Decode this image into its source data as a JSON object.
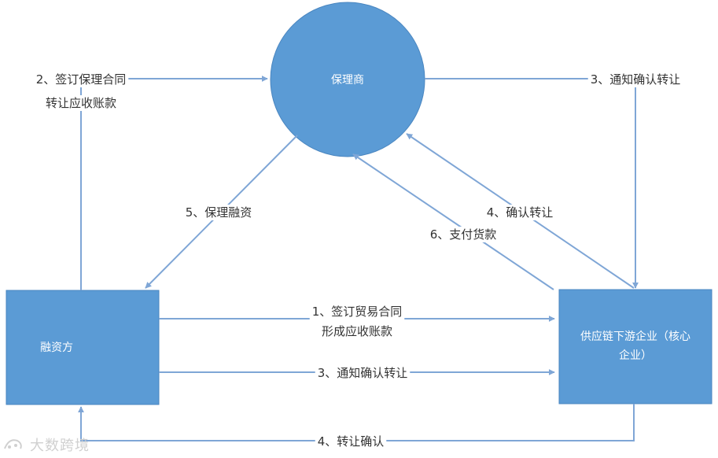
{
  "diagram": {
    "nodes": {
      "factor": "保理商",
      "financier": "融资方",
      "enterprise_line1": "供应链下游企业（核心",
      "enterprise_line2": "企业）"
    },
    "edges": {
      "e2_line1": "2、签订保理合同",
      "e2_line2": "转让应收账款",
      "e3_top": "3、通知确认转让",
      "e5": "5、保理融资",
      "e4_right": "4、确认转让",
      "e6": "6、支付货款",
      "e1_line1": "1、签订贸易合同",
      "e1_line2": "形成应收账款",
      "e3_mid": "3、通知确认转让",
      "e4_bottom": "4、转让确认"
    },
    "colors": {
      "node_fill": "#5b9bd5",
      "node_stroke": "#4a86c0",
      "edge": "#7fa6d6",
      "text": "#333333"
    }
  },
  "watermark": {
    "text": "大数跨境",
    "icon": "logo-icon"
  }
}
